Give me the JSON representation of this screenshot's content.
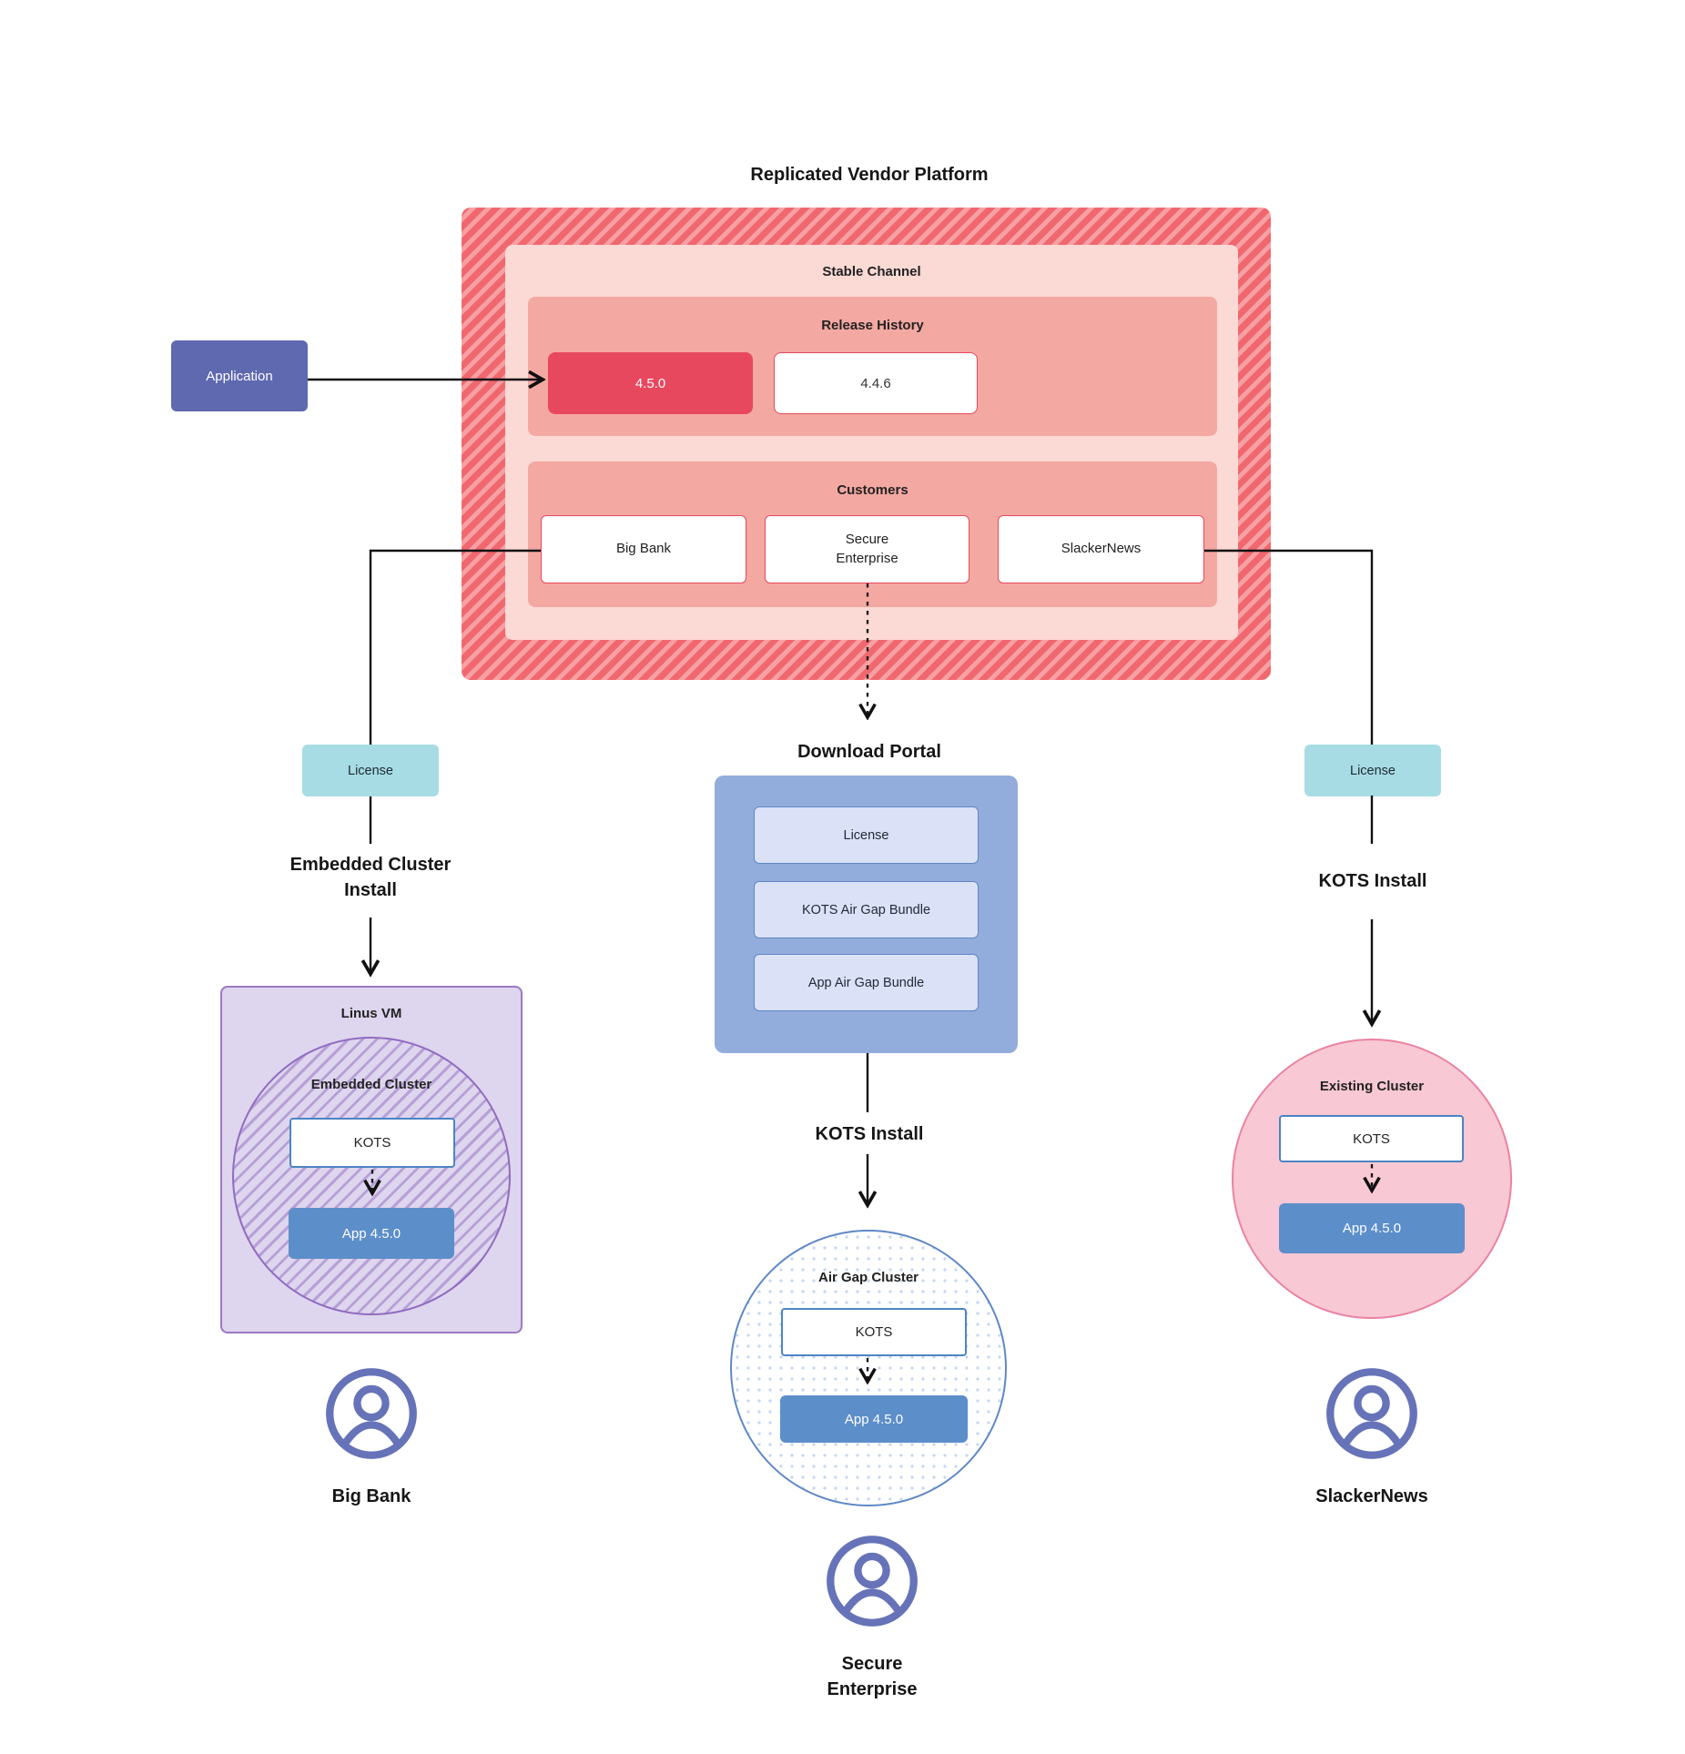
{
  "title": "Replicated Vendor Platform",
  "colors": {
    "red_accent": "#E8485E",
    "stripe_red": "#F0686E",
    "stripe_light": "#F7A0A4",
    "light_pink_panel": "#FBD9D5",
    "salmon_panel": "#F4A8A2",
    "indigo_application": "#5F69B0",
    "teal_license": "#A7DCE5",
    "portal_blue": "#92ACDB",
    "portal_item_bg": "#DBE1F6",
    "app_blue": "#5C8ECA",
    "kots_border_blue": "#4C84C4",
    "lavender_vm": "#DED5EE",
    "purple_border": "#8F6CC0",
    "pink_cluster": "#F8C8D4",
    "pink_border": "#EA82A2",
    "person_icon_purple": "#6673B8"
  },
  "application": "Application",
  "platform": {
    "stable_channel": "Stable Channel",
    "release_history": "Release History",
    "releases": [
      "4.5.0",
      "4.4.6"
    ],
    "customers_label": "Customers",
    "customers": [
      "Big Bank",
      "Secure Enterprise",
      "SlackerNews"
    ]
  },
  "left": {
    "license": "License",
    "install": "Embedded Cluster Install",
    "vm_label": "Linus VM",
    "cluster_label": "Embedded Cluster",
    "kots": "KOTS",
    "app": "App 4.5.0",
    "persona": "Big Bank"
  },
  "middle": {
    "portal_label": "Download Portal",
    "portal_items": [
      "License",
      "KOTS Air Gap Bundle",
      "App Air Gap Bundle"
    ],
    "install": "KOTS Install",
    "cluster_label": "Air Gap Cluster",
    "kots": "KOTS",
    "app": "App 4.5.0",
    "persona": "Secure Enterprise"
  },
  "right": {
    "license": "License",
    "install": "KOTS Install",
    "cluster_label": "Existing Cluster",
    "kots": "KOTS",
    "app": "App 4.5.0",
    "persona": "SlackerNews"
  }
}
